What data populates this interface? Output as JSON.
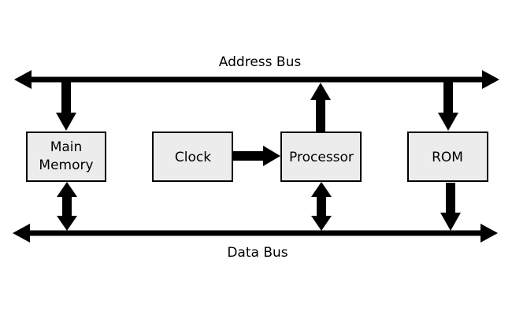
{
  "buses": {
    "address_label": "Address Bus",
    "data_label": "Data Bus"
  },
  "components": {
    "main_memory": {
      "line1": "Main",
      "line2": "Memory"
    },
    "clock": {
      "label": "Clock"
    },
    "processor": {
      "label": "Processor"
    },
    "rom": {
      "label": "ROM"
    }
  },
  "colors": {
    "box_fill": "#ececec",
    "stroke": "#000000",
    "background": "#ffffff"
  }
}
